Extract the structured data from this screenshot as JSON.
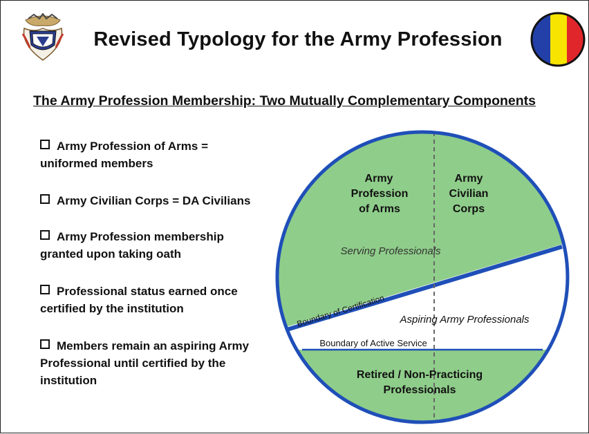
{
  "header": {
    "title": "Revised Typology for the Army Profession",
    "logo_left_icon": "army-seal-emblem",
    "logo_right_icon": "tricolor-circle-emblem"
  },
  "subtitle": "The Army Profession Membership:  Two Mutually Complementary Components",
  "bullets": [
    "Army Profession of Arms = uniformed members",
    "Army Civilian Corps = DA Civilians",
    "Army Profession membership granted upon taking oath",
    "Professional status earned once certified by the institution",
    "Members remain an aspiring Army Professional until certified by the institution"
  ],
  "diagram": {
    "left_top_label": [
      "Army",
      "Profession",
      "of Arms"
    ],
    "right_top_label": [
      "Army",
      "Civilian",
      "Corps"
    ],
    "serving_label": "Serving Professionals",
    "certification_boundary_label": "Boundary of Certification",
    "aspiring_label": "Aspiring Army Professionals",
    "active_service_boundary_label": "Boundary of Active Service",
    "retired_label": [
      "Retired / Non-Practicing",
      "Professionals"
    ]
  },
  "colors": {
    "green_fill": "#8fcd8a",
    "blue_outline": "#1f4fb8",
    "emblem_red": "#e0262b",
    "emblem_yellow": "#f7e400",
    "emblem_blue": "#2340a8"
  }
}
